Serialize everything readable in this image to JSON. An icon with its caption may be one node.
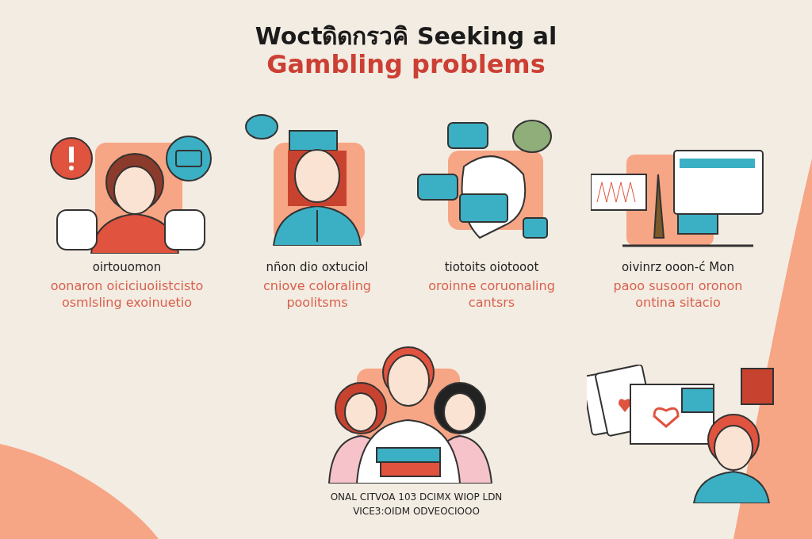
{
  "diagram": {
    "title": "Woctดิดกรวคิ Seeking al",
    "labels": [
      "Gambling problems",
      "oirtouomon",
      "oonaron oiciciuoiistcisto osmlsling exoinuetio",
      "nñon dio oxtuciol",
      "cniove coloraling poolitsms",
      "tiotoits oiotooot",
      "oroinne coruonaling cantsrs",
      "oivinrz ooon-ć Mon",
      "paoo susoorı oronon ontina sitacio",
      "ONAL CITVOA 103 DCIMX WIOP LDN VICE3:OIDM ODVEOCIOOO"
    ]
  }
}
